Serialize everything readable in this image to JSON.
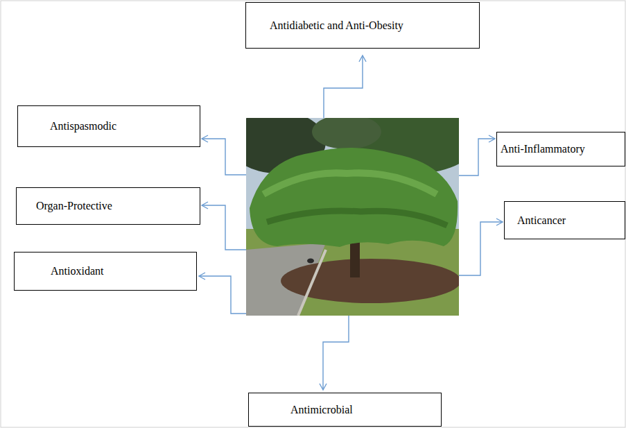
{
  "diagram": {
    "nodes": [
      {
        "text": [
          "Antidiabetic and Anti-Obesity"
        ]
      },
      {
        "text": [
          "Antispasmodic"
        ]
      },
      {
        "text": [
          "Anti-Inflammatory"
        ]
      },
      {
        "text": [
          "Organ-Protective"
        ]
      },
      {
        "text": [
          "Anticancer"
        ]
      },
      {
        "text": [
          "Antioxidant"
        ]
      },
      {
        "text": [
          "Antimicrobial"
        ]
      }
    ]
  }
}
